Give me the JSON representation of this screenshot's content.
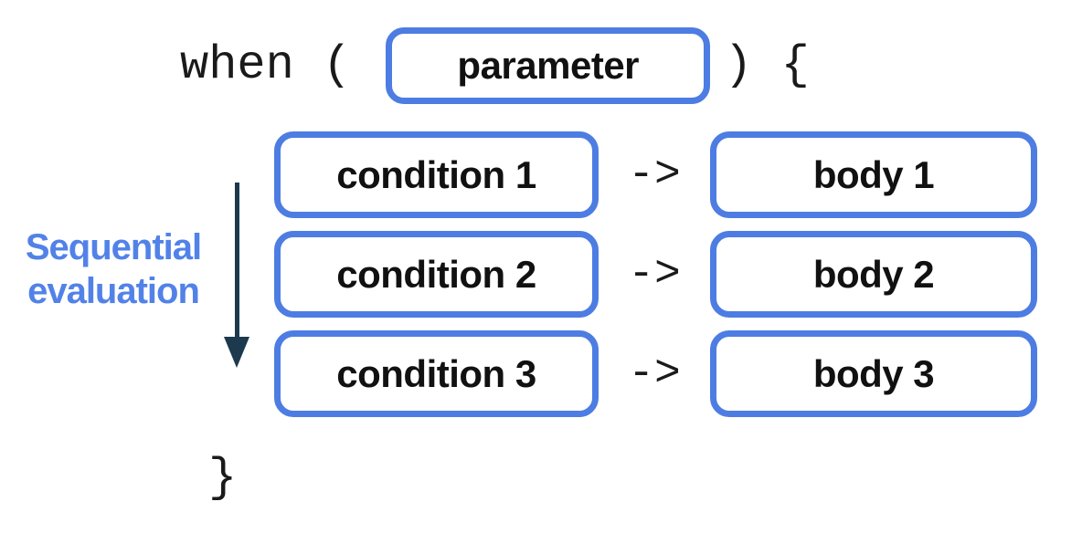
{
  "diagram": {
    "title_semantic": "when-expression syntax diagram with sequential evaluation",
    "keyword_open": "when (",
    "parameter_label": "parameter",
    "close_paren_brace": ") {",
    "arrow_operator": "->",
    "closing_brace": "}",
    "rows": [
      {
        "condition": "condition 1",
        "body": "body 1"
      },
      {
        "condition": "condition 2",
        "body": "body 2"
      },
      {
        "condition": "condition 3",
        "body": "body 3"
      }
    ],
    "annotation": {
      "line1": "Sequential",
      "line2": "evaluation"
    },
    "colors": {
      "box_border": "#4D7DE2",
      "annotation_text": "#5282E8",
      "arrow": "#1C394D",
      "code_text": "#1A1A1A",
      "label_text": "#111111",
      "background": "#FFFFFF"
    }
  }
}
